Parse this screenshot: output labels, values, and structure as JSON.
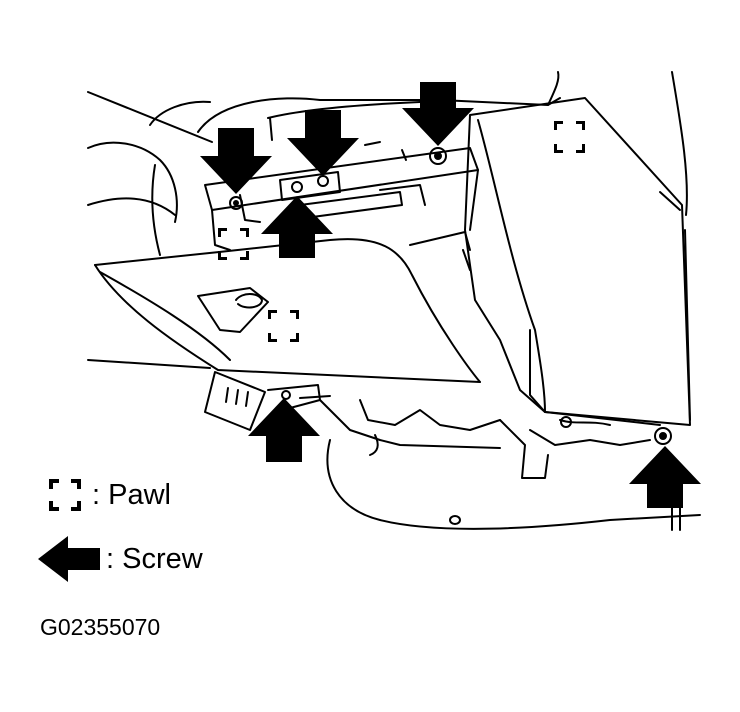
{
  "legend": {
    "pawl_label": ": Pawl",
    "screw_label": ": Screw",
    "pawl_symbol": "pawl-bracket-icon",
    "screw_symbol": "left-arrow-icon"
  },
  "figure_code": "G02355070",
  "colors": {
    "ink": "#000000",
    "paper": "#ffffff"
  }
}
